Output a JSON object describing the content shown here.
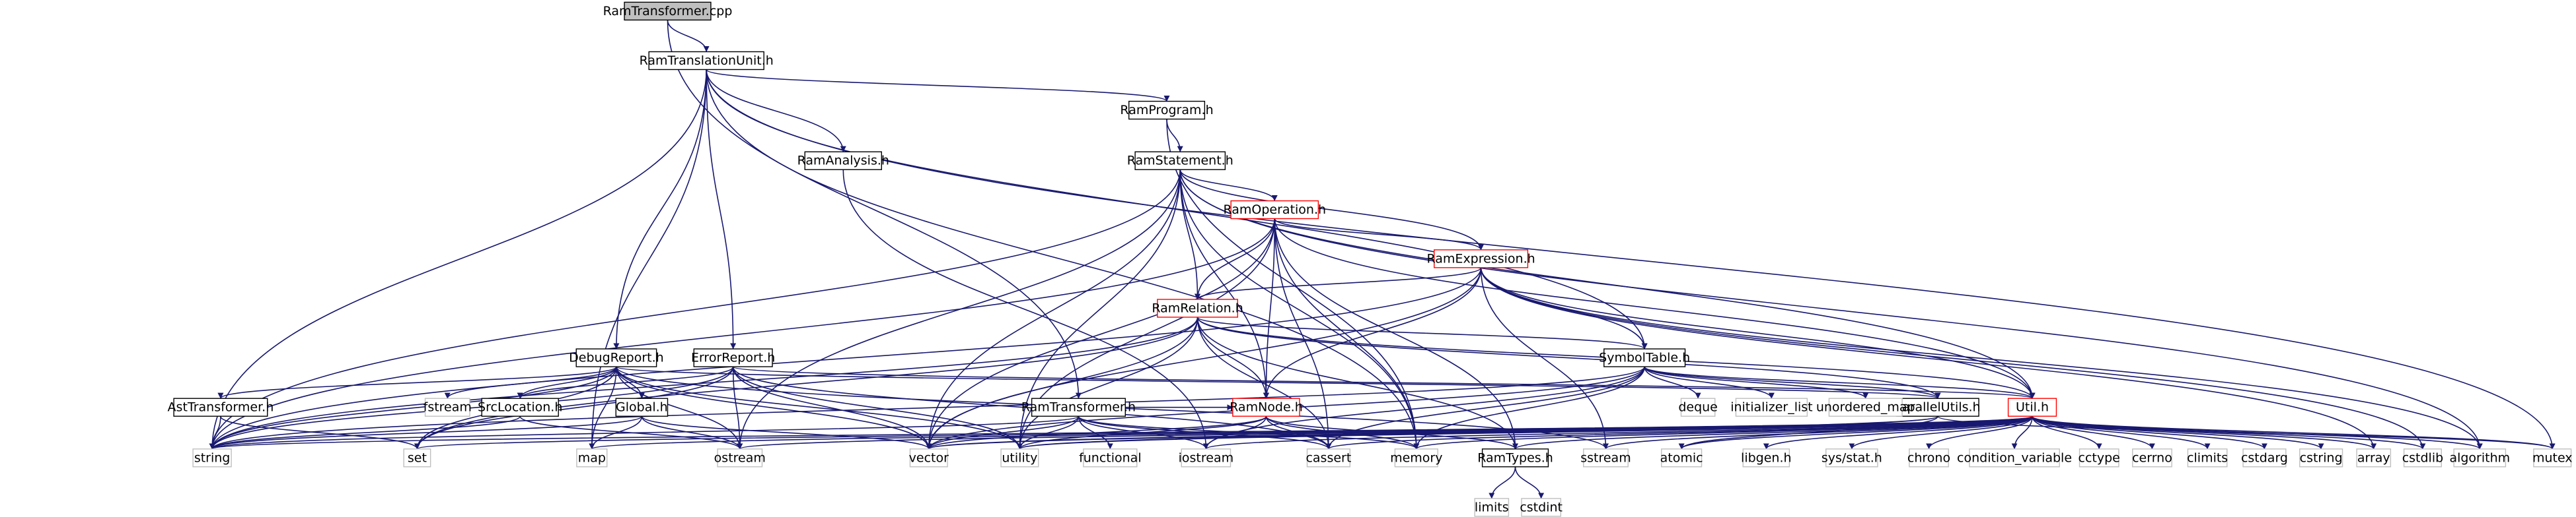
{
  "graph": {
    "nodes": [
      {
        "id": "RamTransformer_cpp",
        "label": "RamTransformer.cpp",
        "style": "root"
      },
      {
        "id": "RamTranslationUnit_h",
        "label": "RamTranslationUnit.h",
        "style": "normal"
      },
      {
        "id": "RamProgram_h",
        "label": "RamProgram.h",
        "style": "normal"
      },
      {
        "id": "RamAnalysis_h",
        "label": "RamAnalysis.h",
        "style": "normal"
      },
      {
        "id": "RamStatement_h",
        "label": "RamStatement.h",
        "style": "normal"
      },
      {
        "id": "RamOperation_h",
        "label": "RamOperation.h",
        "style": "red"
      },
      {
        "id": "RamExpression_h",
        "label": "RamExpression.h",
        "style": "red"
      },
      {
        "id": "RamRelation_h",
        "label": "RamRelation.h",
        "style": "red"
      },
      {
        "id": "DebugReport_h",
        "label": "DebugReport.h",
        "style": "normal"
      },
      {
        "id": "ErrorReport_h",
        "label": "ErrorReport.h",
        "style": "normal"
      },
      {
        "id": "SymbolTable_h",
        "label": "SymbolTable.h",
        "style": "normal"
      },
      {
        "id": "AstTransformer_h",
        "label": "AstTransformer.h",
        "style": "normal"
      },
      {
        "id": "SrcLocation_h",
        "label": "SrcLocation.h",
        "style": "normal"
      },
      {
        "id": "Global_h",
        "label": "Global.h",
        "style": "normal"
      },
      {
        "id": "RamTransformer_h",
        "label": "RamTransformer.h",
        "style": "normal"
      },
      {
        "id": "RamNode_h",
        "label": "RamNode.h",
        "style": "red"
      },
      {
        "id": "ParallelUtils_h",
        "label": "ParallelUtils.h",
        "style": "normal"
      },
      {
        "id": "Util_h",
        "label": "Util.h",
        "style": "red"
      },
      {
        "id": "RamTypes_h",
        "label": "RamTypes.h",
        "style": "normal"
      },
      {
        "id": "fstream",
        "label": "fstream",
        "style": "system"
      },
      {
        "id": "deque",
        "label": "deque",
        "style": "system"
      },
      {
        "id": "initializer_list",
        "label": "initializer_list",
        "style": "system"
      },
      {
        "id": "unordered_map",
        "label": "unordered_map",
        "style": "system"
      },
      {
        "id": "string",
        "label": "string",
        "style": "system"
      },
      {
        "id": "set",
        "label": "set",
        "style": "system"
      },
      {
        "id": "map",
        "label": "map",
        "style": "system"
      },
      {
        "id": "ostream",
        "label": "ostream",
        "style": "system"
      },
      {
        "id": "vector",
        "label": "vector",
        "style": "system"
      },
      {
        "id": "utility",
        "label": "utility",
        "style": "system"
      },
      {
        "id": "functional",
        "label": "functional",
        "style": "system"
      },
      {
        "id": "iostream",
        "label": "iostream",
        "style": "system"
      },
      {
        "id": "cassert",
        "label": "cassert",
        "style": "system"
      },
      {
        "id": "memory",
        "label": "memory",
        "style": "system"
      },
      {
        "id": "sstream",
        "label": "sstream",
        "style": "system"
      },
      {
        "id": "atomic",
        "label": "atomic",
        "style": "system"
      },
      {
        "id": "libgen_h",
        "label": "libgen.h",
        "style": "system"
      },
      {
        "id": "sys_stat_h",
        "label": "sys/stat.h",
        "style": "system"
      },
      {
        "id": "chrono",
        "label": "chrono",
        "style": "system"
      },
      {
        "id": "condition_variable",
        "label": "condition_variable",
        "style": "system"
      },
      {
        "id": "cctype",
        "label": "cctype",
        "style": "system"
      },
      {
        "id": "cerrno",
        "label": "cerrno",
        "style": "system"
      },
      {
        "id": "climits",
        "label": "climits",
        "style": "system"
      },
      {
        "id": "cstdarg",
        "label": "cstdarg",
        "style": "system"
      },
      {
        "id": "cstring",
        "label": "cstring",
        "style": "system"
      },
      {
        "id": "array",
        "label": "array",
        "style": "system"
      },
      {
        "id": "cstdlib",
        "label": "cstdlib",
        "style": "system"
      },
      {
        "id": "algorithm",
        "label": "algorithm",
        "style": "system"
      },
      {
        "id": "mutex",
        "label": "mutex",
        "style": "system"
      },
      {
        "id": "limits",
        "label": "limits",
        "style": "system"
      },
      {
        "id": "cstdint",
        "label": "cstdint",
        "style": "system"
      }
    ],
    "edges": [
      [
        "RamTransformer_cpp",
        "RamTranslationUnit_h"
      ],
      [
        "RamTransformer_cpp",
        "RamTransformer_h"
      ],
      [
        "RamTranslationUnit_h",
        "RamProgram_h"
      ],
      [
        "RamTranslationUnit_h",
        "RamAnalysis_h"
      ],
      [
        "RamTranslationUnit_h",
        "DebugReport_h"
      ],
      [
        "RamTranslationUnit_h",
        "ErrorReport_h"
      ],
      [
        "RamTranslationUnit_h",
        "SymbolTable_h"
      ],
      [
        "RamTranslationUnit_h",
        "string"
      ],
      [
        "RamTranslationUnit_h",
        "map"
      ],
      [
        "RamTranslationUnit_h",
        "memory"
      ],
      [
        "RamTranslationUnit_h",
        "mutex"
      ],
      [
        "RamProgram_h",
        "RamStatement_h"
      ],
      [
        "RamProgram_h",
        "memory"
      ],
      [
        "RamAnalysis_h",
        "iostream"
      ],
      [
        "RamStatement_h",
        "RamOperation_h"
      ],
      [
        "RamStatement_h",
        "RamExpression_h"
      ],
      [
        "RamStatement_h",
        "RamRelation_h"
      ],
      [
        "RamStatement_h",
        "RamNode_h"
      ],
      [
        "RamStatement_h",
        "Util_h"
      ],
      [
        "RamStatement_h",
        "string"
      ],
      [
        "RamStatement_h",
        "ostream"
      ],
      [
        "RamStatement_h",
        "vector"
      ],
      [
        "RamStatement_h",
        "utility"
      ],
      [
        "RamStatement_h",
        "memory"
      ],
      [
        "RamStatement_h",
        "algorithm"
      ],
      [
        "RamOperation_h",
        "RamExpression_h"
      ],
      [
        "RamOperation_h",
        "RamRelation_h"
      ],
      [
        "RamOperation_h",
        "RamNode_h"
      ],
      [
        "RamOperation_h",
        "Util_h"
      ],
      [
        "RamOperation_h",
        "string"
      ],
      [
        "RamOperation_h",
        "vector"
      ],
      [
        "RamOperation_h",
        "utility"
      ],
      [
        "RamOperation_h",
        "cassert"
      ],
      [
        "RamOperation_h",
        "memory"
      ],
      [
        "RamOperation_h",
        "RamTypes_h"
      ],
      [
        "RamExpression_h",
        "RamRelation_h"
      ],
      [
        "RamExpression_h",
        "RamNode_h"
      ],
      [
        "RamExpression_h",
        "SymbolTable_h"
      ],
      [
        "RamExpression_h",
        "Util_h"
      ],
      [
        "RamExpression_h",
        "string"
      ],
      [
        "RamExpression_h",
        "vector"
      ],
      [
        "RamExpression_h",
        "sstream"
      ],
      [
        "RamExpression_h",
        "array"
      ],
      [
        "RamExpression_h",
        "cstdlib"
      ],
      [
        "RamExpression_h",
        "algorithm"
      ],
      [
        "RamRelation_h",
        "RamNode_h"
      ],
      [
        "RamRelation_h",
        "SymbolTable_h"
      ],
      [
        "RamRelation_h",
        "ParallelUtils_h"
      ],
      [
        "RamRelation_h",
        "Util_h"
      ],
      [
        "RamRelation_h",
        "RamTypes_h"
      ],
      [
        "RamRelation_h",
        "string"
      ],
      [
        "RamRelation_h",
        "vector"
      ],
      [
        "RamRelation_h",
        "utility"
      ],
      [
        "RamRelation_h",
        "set"
      ],
      [
        "RamRelation_h",
        "cassert"
      ],
      [
        "DebugReport_h",
        "AstTransformer_h"
      ],
      [
        "DebugReport_h",
        "SrcLocation_h"
      ],
      [
        "DebugReport_h",
        "Global_h"
      ],
      [
        "DebugReport_h",
        "string"
      ],
      [
        "DebugReport_h",
        "set"
      ],
      [
        "DebugReport_h",
        "map"
      ],
      [
        "DebugReport_h",
        "ostream"
      ],
      [
        "DebugReport_h",
        "vector"
      ],
      [
        "DebugReport_h",
        "fstream"
      ],
      [
        "DebugReport_h",
        "utility"
      ],
      [
        "DebugReport_h",
        "sstream"
      ],
      [
        "DebugReport_h",
        "ParallelUtils_h"
      ],
      [
        "ErrorReport_h",
        "SrcLocation_h"
      ],
      [
        "ErrorReport_h",
        "string"
      ],
      [
        "ErrorReport_h",
        "set"
      ],
      [
        "ErrorReport_h",
        "ostream"
      ],
      [
        "ErrorReport_h",
        "vector"
      ],
      [
        "ErrorReport_h",
        "utility"
      ],
      [
        "ErrorReport_h",
        "cassert"
      ],
      [
        "ErrorReport_h",
        "Util_h"
      ],
      [
        "SymbolTable_h",
        "ParallelUtils_h"
      ],
      [
        "SymbolTable_h",
        "Util_h"
      ],
      [
        "SymbolTable_h",
        "deque"
      ],
      [
        "SymbolTable_h",
        "initializer_list"
      ],
      [
        "SymbolTable_h",
        "unordered_map"
      ],
      [
        "SymbolTable_h",
        "string"
      ],
      [
        "SymbolTable_h",
        "vector"
      ],
      [
        "SymbolTable_h",
        "iostream"
      ],
      [
        "SymbolTable_h",
        "cassert"
      ],
      [
        "SymbolTable_h",
        "memory"
      ],
      [
        "AstTransformer_h",
        "string"
      ],
      [
        "AstTransformer_h",
        "set"
      ],
      [
        "SrcLocation_h",
        "string"
      ],
      [
        "SrcLocation_h",
        "ostream"
      ],
      [
        "Global_h",
        "string"
      ],
      [
        "Global_h",
        "map"
      ],
      [
        "Global_h",
        "vector"
      ],
      [
        "Global_h",
        "ostream"
      ],
      [
        "RamTransformer_h",
        "RamNode_h"
      ],
      [
        "RamTransformer_h",
        "string"
      ],
      [
        "RamTransformer_h",
        "vector"
      ],
      [
        "RamTransformer_h",
        "utility"
      ],
      [
        "RamTransformer_h",
        "functional"
      ],
      [
        "RamTransformer_h",
        "iostream"
      ],
      [
        "RamTransformer_h",
        "cassert"
      ],
      [
        "RamTransformer_h",
        "memory"
      ],
      [
        "RamNode_h",
        "vector"
      ],
      [
        "RamNode_h",
        "utility"
      ],
      [
        "RamNode_h",
        "iostream"
      ],
      [
        "RamNode_h",
        "cassert"
      ],
      [
        "RamNode_h",
        "memory"
      ],
      [
        "RamNode_h",
        "RamTypes_h"
      ],
      [
        "ParallelUtils_h",
        "vector"
      ],
      [
        "ParallelUtils_h",
        "utility"
      ],
      [
        "ParallelUtils_h",
        "atomic"
      ],
      [
        "ParallelUtils_h",
        "mutex"
      ],
      [
        "Util_h",
        "string"
      ],
      [
        "Util_h",
        "set"
      ],
      [
        "Util_h",
        "map"
      ],
      [
        "Util_h",
        "ostream"
      ],
      [
        "Util_h",
        "vector"
      ],
      [
        "Util_h",
        "utility"
      ],
      [
        "Util_h",
        "iostream"
      ],
      [
        "Util_h",
        "cassert"
      ],
      [
        "Util_h",
        "memory"
      ],
      [
        "Util_h",
        "sstream"
      ],
      [
        "Util_h",
        "RamTypes_h"
      ],
      [
        "Util_h",
        "atomic"
      ],
      [
        "Util_h",
        "libgen_h"
      ],
      [
        "Util_h",
        "sys_stat_h"
      ],
      [
        "Util_h",
        "chrono"
      ],
      [
        "Util_h",
        "condition_variable"
      ],
      [
        "Util_h",
        "cctype"
      ],
      [
        "Util_h",
        "cerrno"
      ],
      [
        "Util_h",
        "climits"
      ],
      [
        "Util_h",
        "cstdarg"
      ],
      [
        "Util_h",
        "cstring"
      ],
      [
        "Util_h",
        "array"
      ],
      [
        "Util_h",
        "cstdlib"
      ],
      [
        "Util_h",
        "algorithm"
      ],
      [
        "Util_h",
        "mutex"
      ],
      [
        "RamTypes_h",
        "limits"
      ],
      [
        "RamTypes_h",
        "cstdint"
      ]
    ]
  }
}
